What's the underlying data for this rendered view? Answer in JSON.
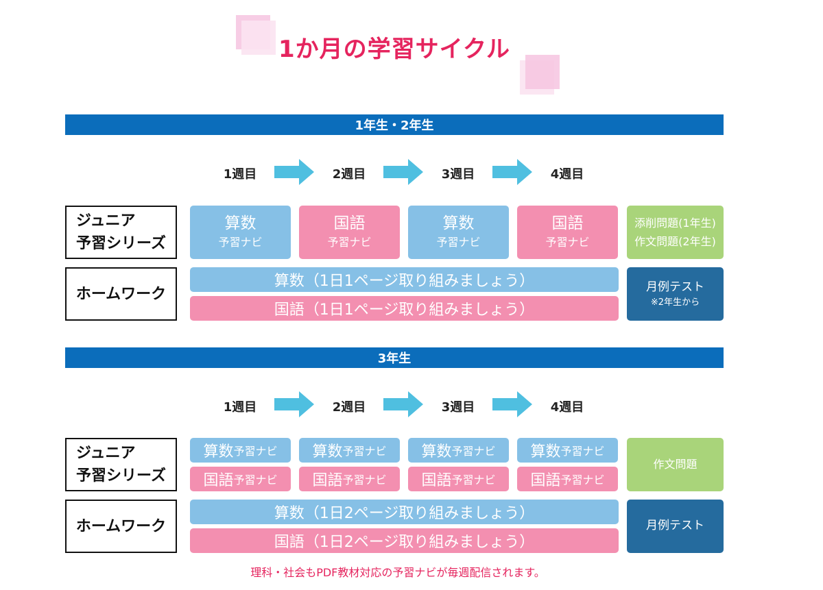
{
  "title": "1か月の学習サイクル",
  "weeks": [
    "1週目",
    "2週目",
    "3週目",
    "4週目"
  ],
  "labels": {
    "junior_line1": "ジュニア",
    "junior_line2": "予習シリーズ",
    "homework": "ホームワーク"
  },
  "section1": {
    "banner": "1年生・2年生",
    "cards": [
      {
        "subject": "算数",
        "sub": "予習ナビ"
      },
      {
        "subject": "国語",
        "sub": "予習ナビ"
      },
      {
        "subject": "算数",
        "sub": "予習ナビ"
      },
      {
        "subject": "国語",
        "sub": "予習ナビ"
      }
    ],
    "side_green": {
      "line1": "添削問題(1年生)",
      "line2": "作文問題(2年生)"
    },
    "homework_math": "算数（1日1ページ取り組みましょう）",
    "homework_japanese": "国語（1日1ページ取り組みましょう）",
    "side_navy": {
      "title": "月例テスト",
      "note": "※2年生から"
    }
  },
  "section2": {
    "banner": "3年生",
    "math_cards": [
      {
        "subject": "算数",
        "sub": "予習ナビ"
      },
      {
        "subject": "算数",
        "sub": "予習ナビ"
      },
      {
        "subject": "算数",
        "sub": "予習ナビ"
      },
      {
        "subject": "算数",
        "sub": "予習ナビ"
      }
    ],
    "japanese_cards": [
      {
        "subject": "国語",
        "sub": "予習ナビ"
      },
      {
        "subject": "国語",
        "sub": "予習ナビ"
      },
      {
        "subject": "国語",
        "sub": "予習ナビ"
      },
      {
        "subject": "国語",
        "sub": "予習ナビ"
      }
    ],
    "side_green": "作文問題",
    "homework_math": "算数（1日2ページ取り組みましょう）",
    "homework_japanese": "国語（1日2ページ取り組みましょう）",
    "side_navy": "月例テスト"
  },
  "footnote": "理科・社会もPDF教材対応の予習ナビが毎週配信されます。",
  "colors": {
    "title": "#e5245e",
    "banner": "#0b6dbb",
    "math": "#86c0e6",
    "japanese": "#f38fb0",
    "green": "#a9d47a",
    "navy": "#256b9e",
    "arrow": "#4fbfe0"
  }
}
